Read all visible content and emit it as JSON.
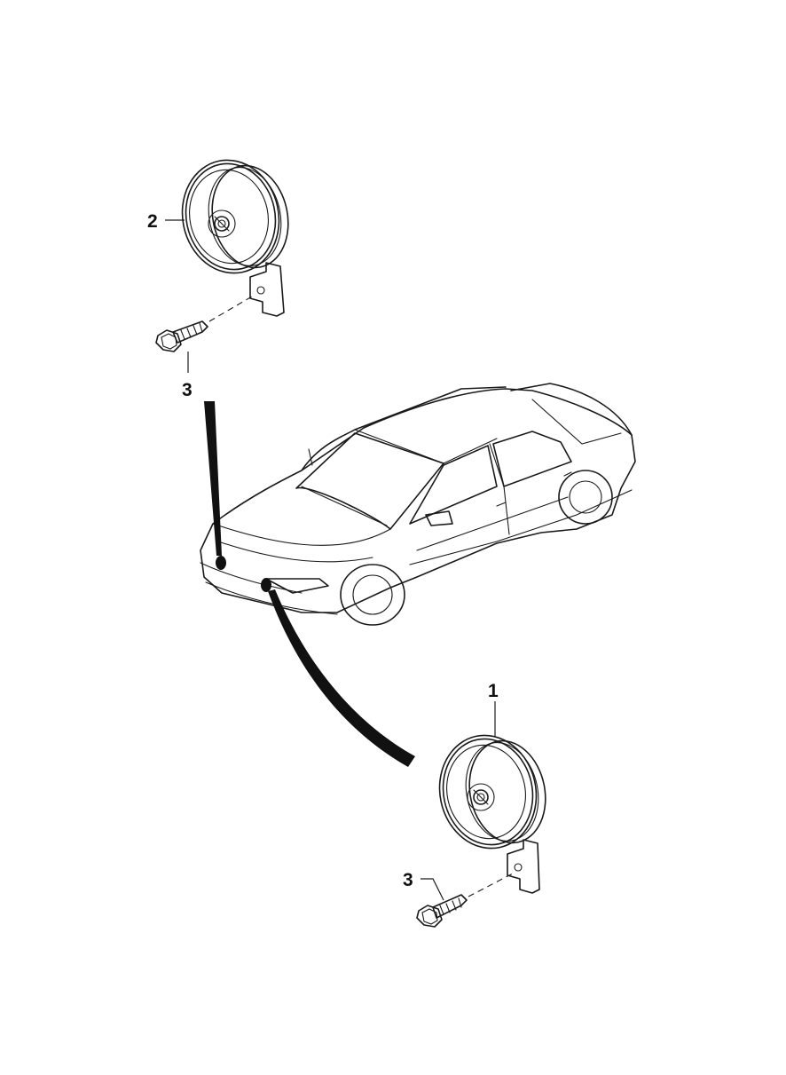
{
  "diagram": {
    "callouts": [
      {
        "id": "horn-lower",
        "label": "1"
      },
      {
        "id": "horn-upper",
        "label": "2"
      },
      {
        "id": "bolt-upper",
        "label": "3"
      },
      {
        "id": "bolt-lower",
        "label": "3"
      }
    ],
    "parts": [
      {
        "name": "horn",
        "icon": "horn-icon"
      },
      {
        "name": "bolt",
        "icon": "flange-bolt-icon"
      },
      {
        "name": "car",
        "icon": "sedan-icon"
      }
    ],
    "colors": {
      "line": "#1a1a1a",
      "background": "#ffffff"
    }
  }
}
